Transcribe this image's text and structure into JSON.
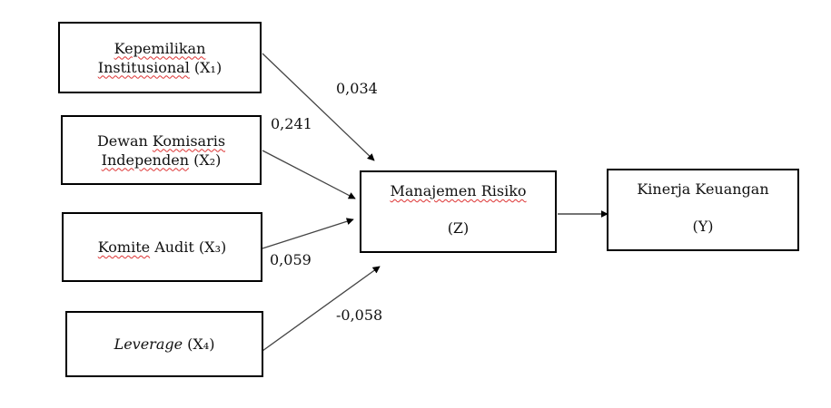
{
  "boxes": {
    "x1": {
      "line1": "Kepemilikan",
      "line2_word": "Institusional",
      "line2_rest": " (X₁)"
    },
    "x2": {
      "line1_a": "Dewan ",
      "line1_b": "Komisaris",
      "line2_word": "Independen",
      "line2_rest": " (X₂)"
    },
    "x3": {
      "word": "Komite",
      "rest": " Audit (X₃)"
    },
    "x4": {
      "italic": "Leverage",
      "rest": " (X₄)"
    },
    "z": {
      "title": "Manajemen Risiko",
      "symbol": "(Z)"
    },
    "y": {
      "title": "Kinerja Keuangan",
      "symbol": "(Y)"
    }
  },
  "coefficients": {
    "x1": "0,034",
    "x2": "0,241",
    "x3": "0,059",
    "x4": "-0,058"
  }
}
